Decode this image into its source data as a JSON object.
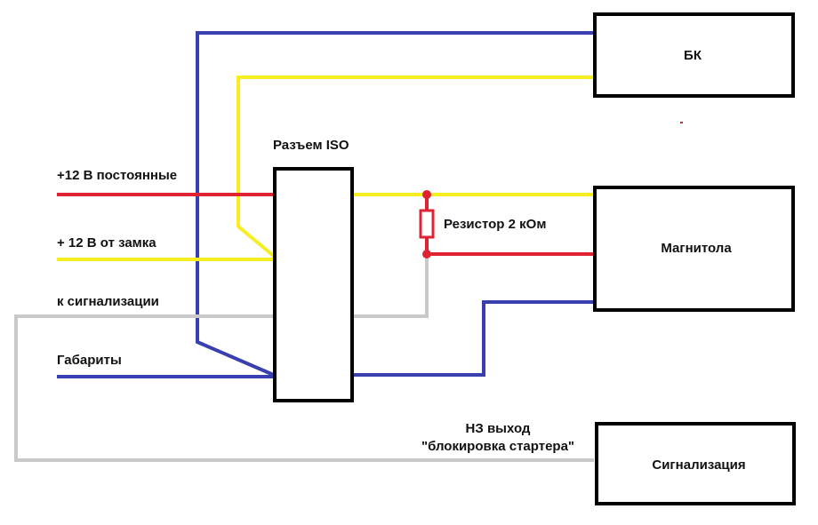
{
  "colors": {
    "red": "#e02233",
    "yellow": "#f7ee22",
    "blue": "#3a3fb0",
    "gray": "#c9c9c9",
    "black": "#000000"
  },
  "blocks": {
    "bk": "БК",
    "iso": "",
    "magnitola": "Магнитола",
    "signalizatsiya": "Сигнализация"
  },
  "labels": {
    "iso_title": "Разъем ISO",
    "plus12_const": "+12 В постоянные",
    "plus12_ign": "+ 12 В от замка",
    "to_alarm": "к сигнализации",
    "gabarity": "Габариты",
    "resistor": "Резистор 2 кОм",
    "nz_out": "НЗ выход",
    "starter_block": "\"блокировка стартера\""
  }
}
